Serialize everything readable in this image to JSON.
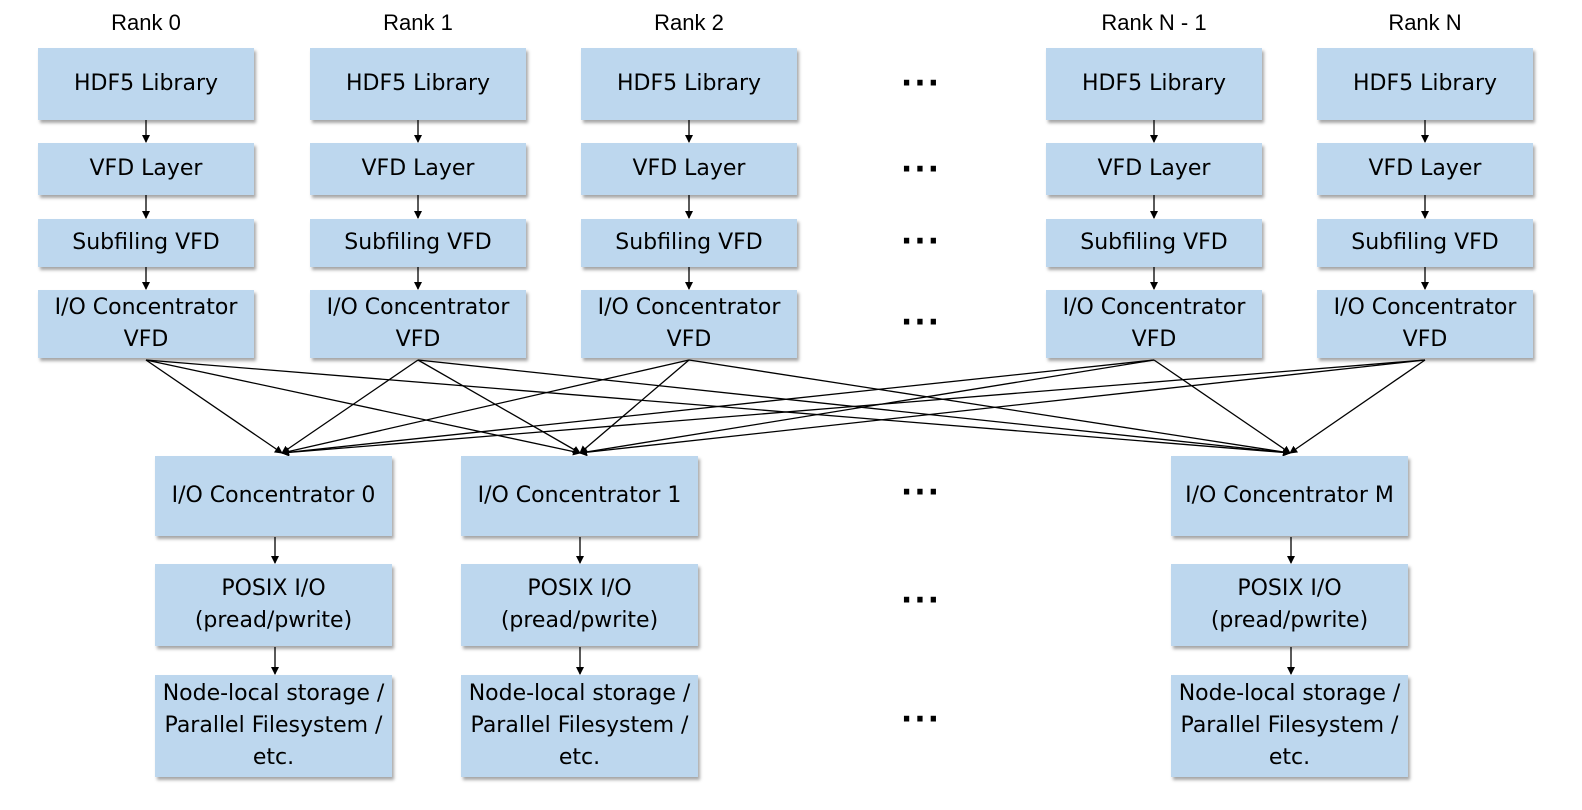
{
  "ranks": [
    {
      "label": "Rank 0"
    },
    {
      "label": "Rank 1"
    },
    {
      "label": "Rank 2"
    },
    {
      "label": "Rank N - 1"
    },
    {
      "label": "Rank N"
    }
  ],
  "layers": {
    "hdf5": "HDF5 Library",
    "vfd": "VFD Layer",
    "subfiling": "Subfiling VFD",
    "ioc_vfd_line1": "I/O Concentrator",
    "ioc_vfd_line2": "VFD"
  },
  "concentrators": [
    {
      "label": "I/O Concentrator 0"
    },
    {
      "label": "I/O Concentrator 1"
    },
    {
      "label": "I/O Concentrator M"
    }
  ],
  "posix": {
    "line1": "POSIX I/O",
    "line2": "(pread/pwrite)"
  },
  "storage": {
    "line1": "Node-local storage /",
    "line2": "Parallel Filesystem /",
    "line3": "etc."
  },
  "ellipsis": "···",
  "colors": {
    "box_fill": "#bdd7ee",
    "arrow": "#000000"
  }
}
